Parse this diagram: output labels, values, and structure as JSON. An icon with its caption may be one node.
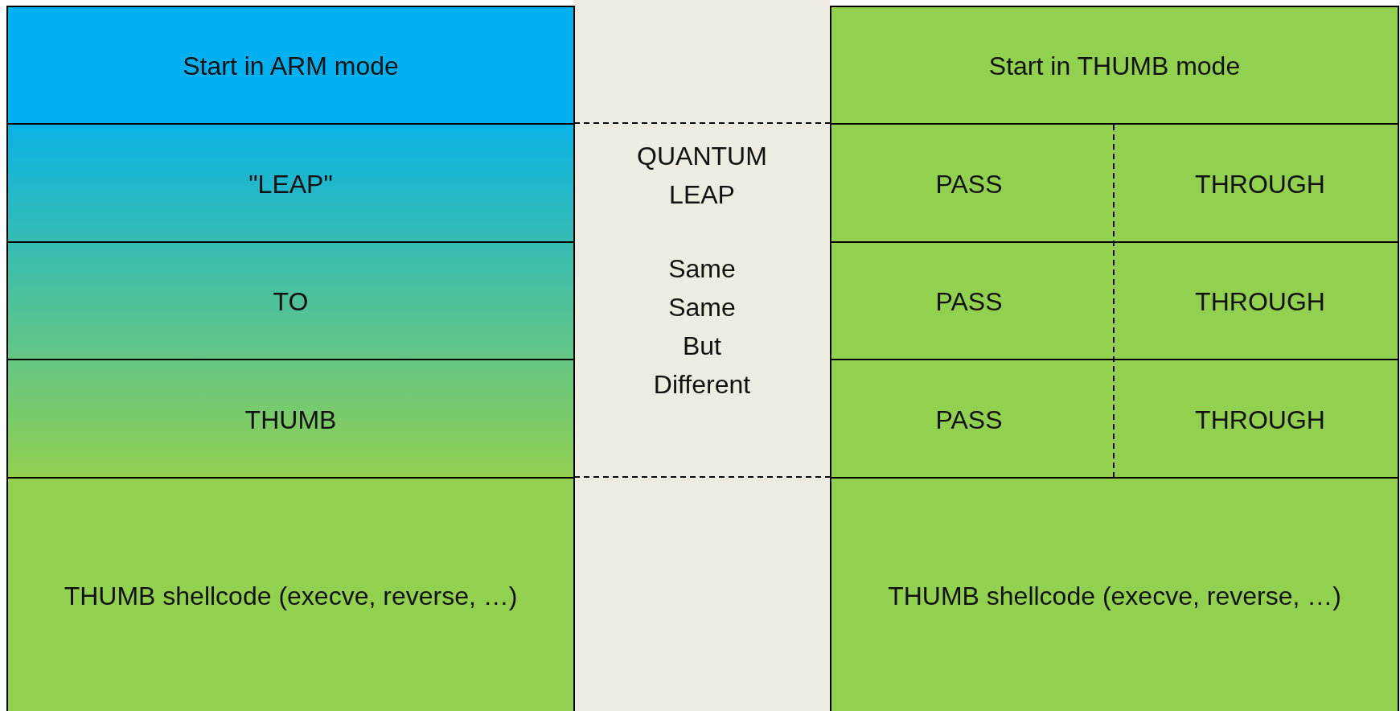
{
  "diagram": {
    "nodes": [
      {
        "text": [
          "Start in ARM mode"
        ]
      },
      {
        "text": [
          "\"LEAP\""
        ]
      },
      {
        "text": [
          "TO"
        ]
      },
      {
        "text": [
          "THUMB"
        ]
      },
      {
        "text": [
          "THUMB shellcode (execve, reverse, …)"
        ]
      },
      {
        "text": [
          "Start in THUMB mode"
        ]
      },
      {
        "text": [
          "PASS",
          "THROUGH"
        ]
      },
      {
        "text": [
          "PASS",
          "THROUGH"
        ]
      },
      {
        "text": [
          "PASS",
          "THROUGH"
        ]
      },
      {
        "text": [
          "THUMB shellcode (execve, reverse, …)"
        ]
      }
    ],
    "labels": [
      "QUANTUM LEAP",
      "Same Same But Different"
    ]
  }
}
